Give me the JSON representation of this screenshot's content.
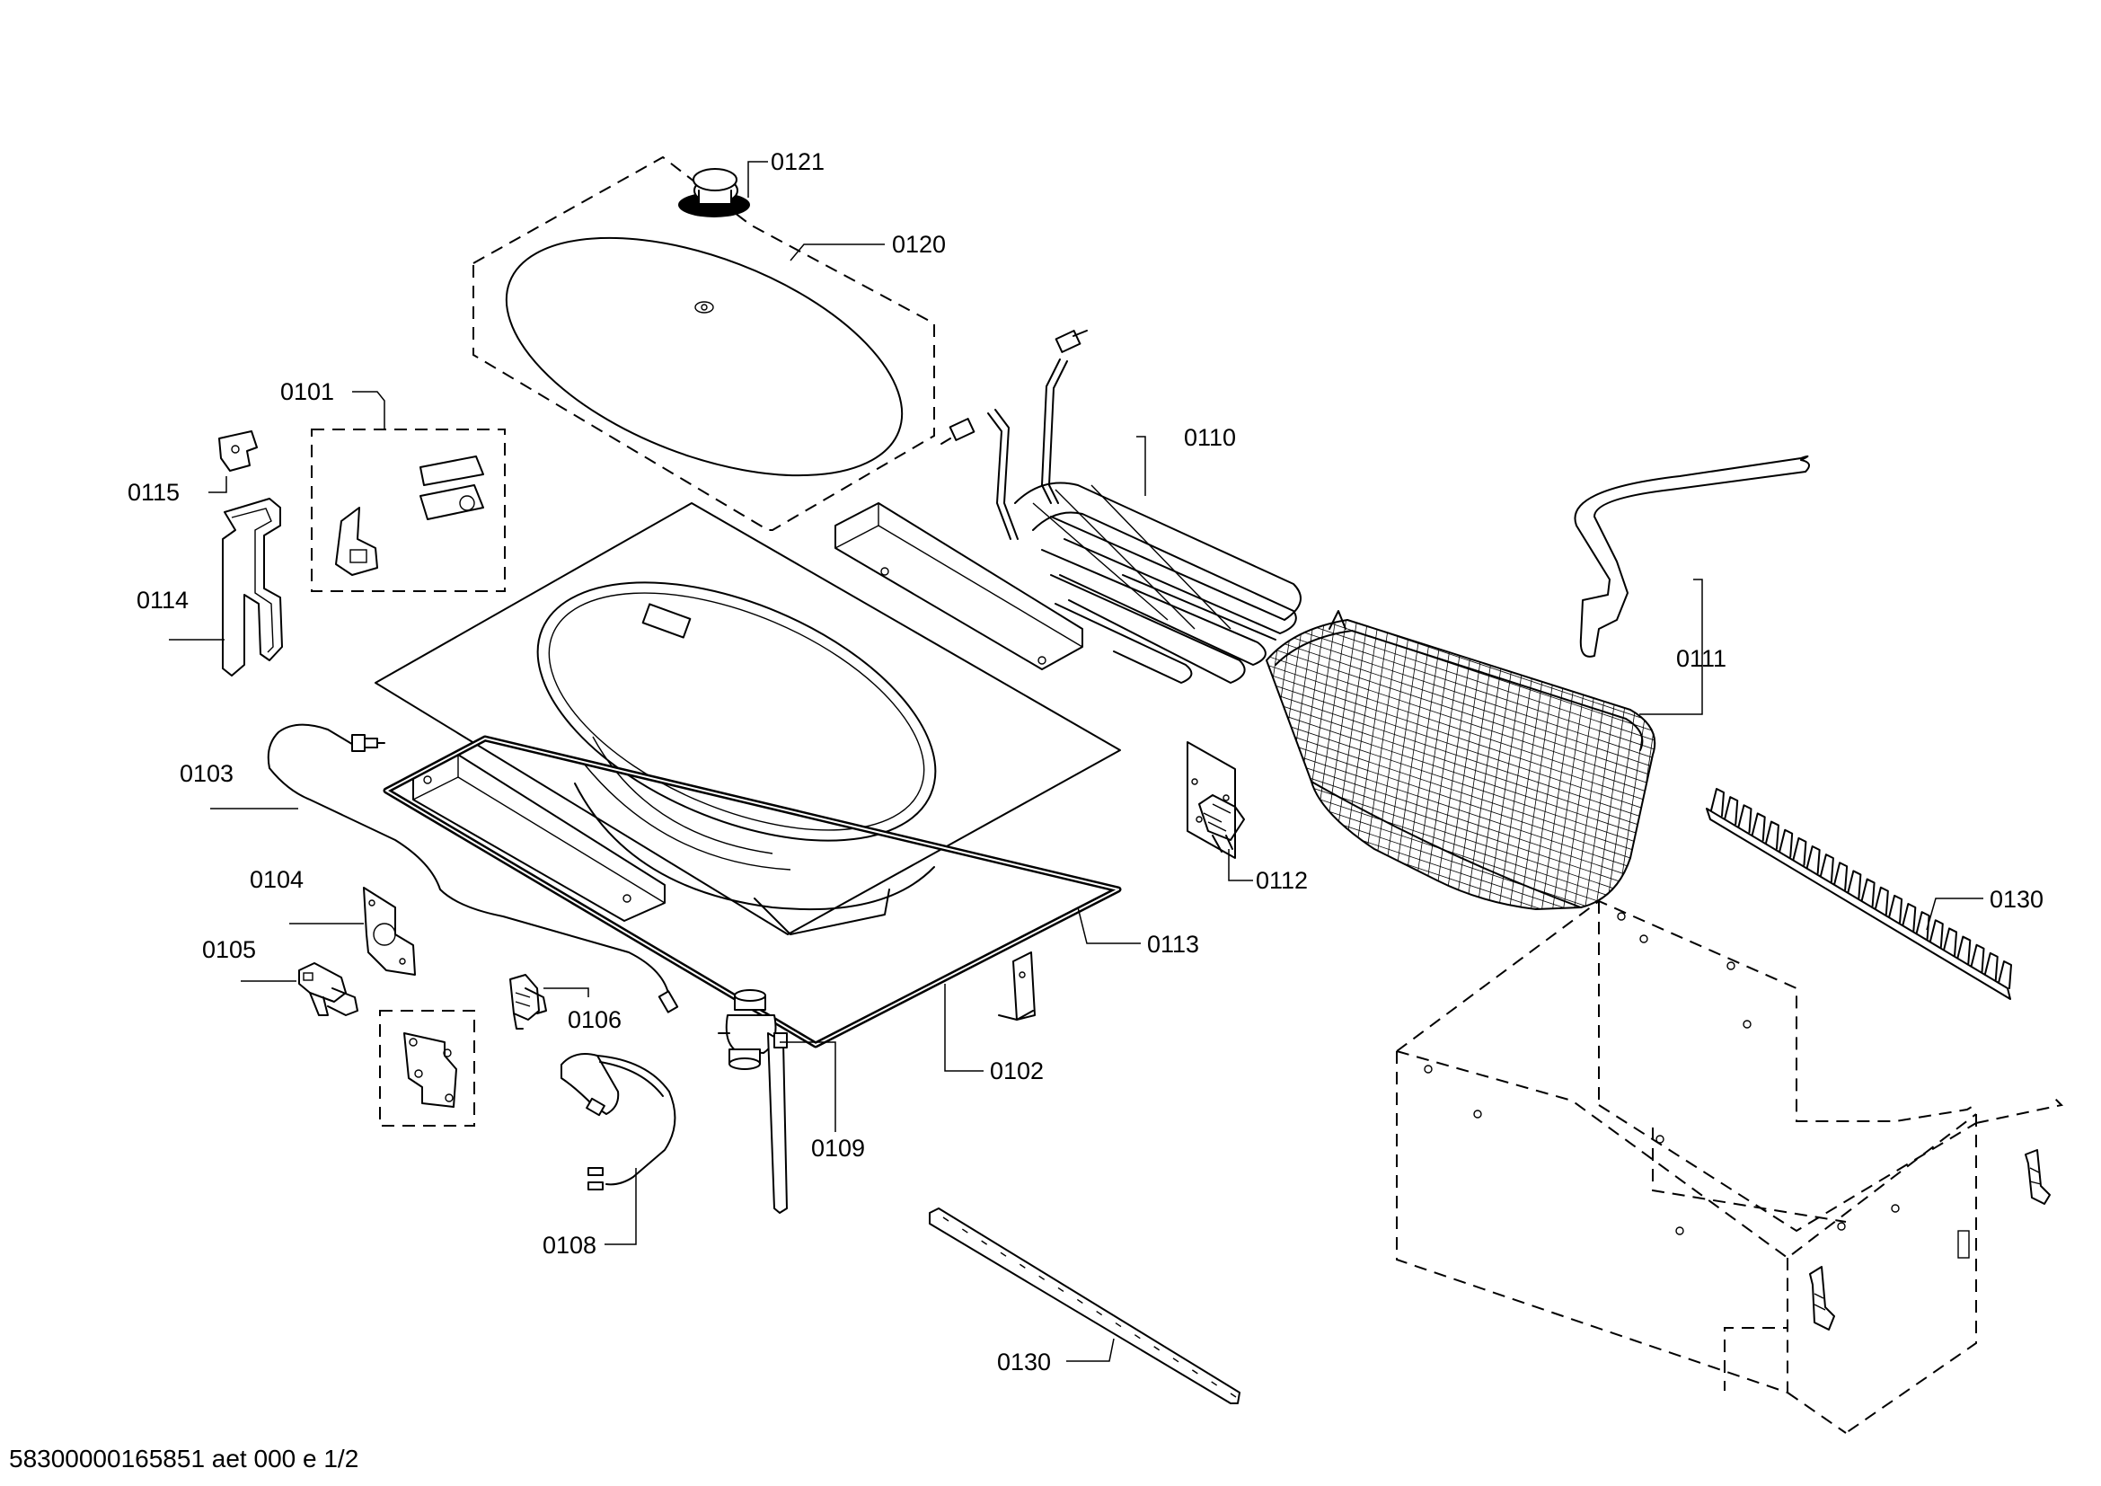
{
  "labels": {
    "l0121": "0121",
    "l0120": "0120",
    "l0101": "0101",
    "l0115": "0115",
    "l0114": "0114",
    "l0110": "0110",
    "l0111": "0111",
    "l0103": "0103",
    "l0112": "0112",
    "l0130a": "0130",
    "l0104": "0104",
    "l0113": "0113",
    "l0105": "0105",
    "l0106": "0106",
    "l0102": "0102",
    "l0109": "0109",
    "l0108": "0108",
    "l0130b": "0130"
  },
  "footer": {
    "code": "58300000165851 aet 000 e 1/2"
  }
}
